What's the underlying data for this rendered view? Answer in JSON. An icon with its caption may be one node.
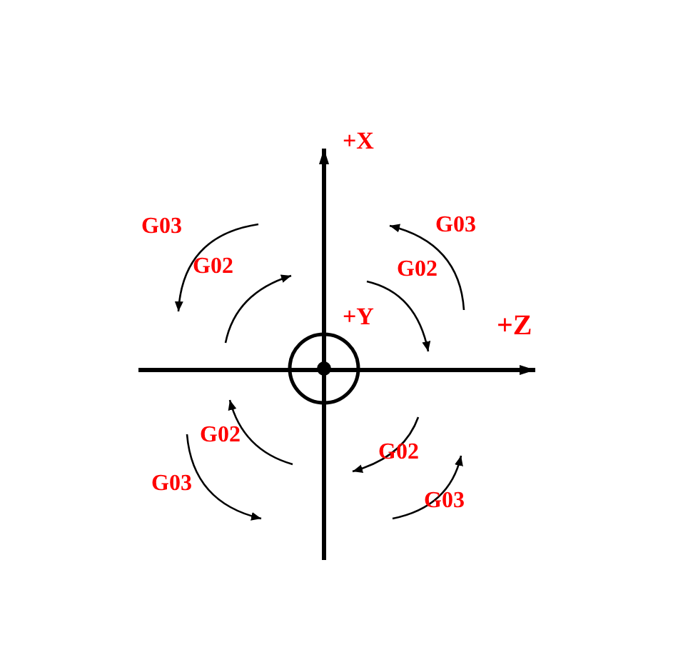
{
  "diagram": {
    "labels": [
      "+X",
      "G03",
      "G03",
      "G02",
      "G02",
      "+Y",
      "+Z",
      "G02",
      "G02",
      "G03",
      "G03"
    ]
  }
}
